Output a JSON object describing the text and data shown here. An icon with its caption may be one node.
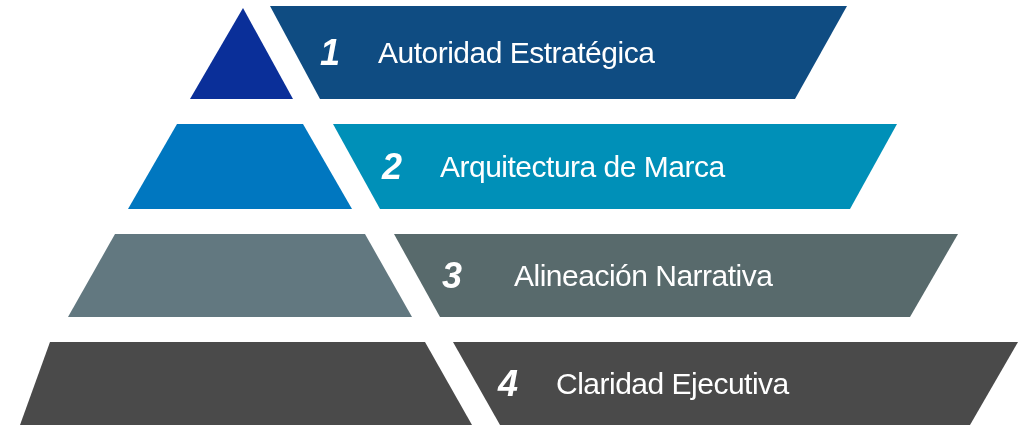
{
  "diagram": {
    "nodes": [
      {
        "text": [
          "1",
          "Autoridad Estratégica"
        ]
      },
      {
        "text": [
          "2",
          "Arquitectura de Marca"
        ]
      },
      {
        "text": [
          "3",
          "Alineación Narrativa"
        ]
      },
      {
        "text": [
          "4",
          "Claridad Ejecutiva"
        ]
      }
    ]
  }
}
